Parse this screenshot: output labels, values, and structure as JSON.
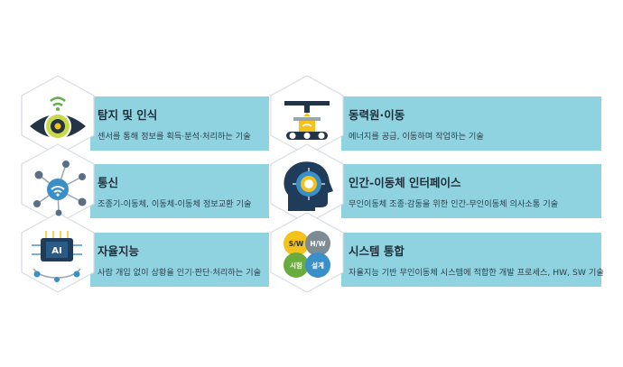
{
  "items": [
    {
      "title": "탐지 및 인식",
      "desc": "센서를 통해 정보를 획득·분석·처리하는 기술",
      "icon": "eye-sensor-icon"
    },
    {
      "title": "동력원·이동",
      "desc": "에너지를 공급, 이동하며 작업하는 기술",
      "icon": "drone-vehicle-icon"
    },
    {
      "title": "통신",
      "desc": "조종기-이동체, 이동체-이동체 정보교환 기술",
      "icon": "network-wifi-icon"
    },
    {
      "title": "인간-이동체 인터페이스",
      "desc": "무인이동체 조종·감동을 위한 인간-무인이동체 의사소통 기술",
      "icon": "human-head-interface-icon"
    },
    {
      "title": "자율지능",
      "desc": "사람 개입 없이 상황을 인기·판단·처리하는 기술",
      "icon": "ai-chip-icon"
    },
    {
      "title": "시스템 통합",
      "desc": "자율지능 기반 무인이동체 시스템에 적합한 개발 프로세스, HW, SW 기술",
      "icon": "system-quadrant-icon"
    }
  ],
  "quadrant": {
    "sw": "S/W",
    "hw": "H/W",
    "test": "시험",
    "design": "설계"
  },
  "colors": {
    "band": "#8fd3e0",
    "accent_green": "#c8d94a",
    "accent_yellow": "#f3c21c",
    "dark": "#243447",
    "blue": "#3b8fc9"
  }
}
